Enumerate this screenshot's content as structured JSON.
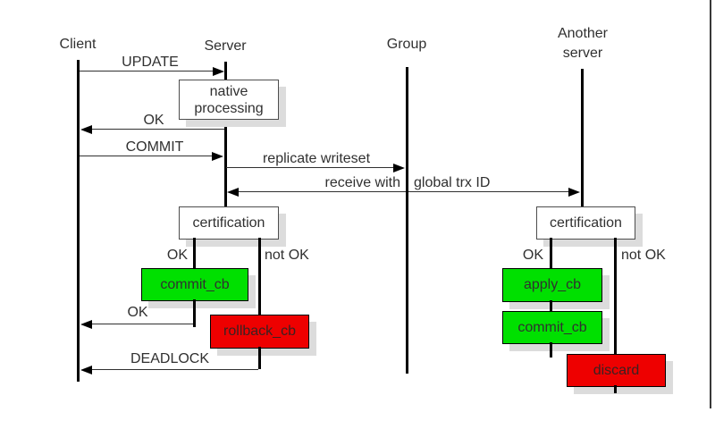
{
  "colors": {
    "success": "#00e000",
    "failure": "#ee0000",
    "shadow": "#dcdcdc",
    "line": "#000000",
    "arrow": "#303030",
    "text": "#303030"
  },
  "actors": {
    "client": "Client",
    "server": "Server",
    "group": "Group",
    "another_line1": "Another",
    "another_line2": "server"
  },
  "messages": {
    "update": "UPDATE",
    "ok_native": "OK",
    "commit": "COMMIT",
    "replicate_writeset": "replicate writeset",
    "receive_with": "receive with",
    "global_trx_id": "global trx ID",
    "ok_commit": "OK",
    "deadlock": "DEADLOCK"
  },
  "activities": {
    "native_processing_line1": "native",
    "native_processing_line2": "processing",
    "certification_server": "certification",
    "certification_another": "certification",
    "commit_cb_server": "commit_cb",
    "rollback_cb": "rollback_cb",
    "apply_cb": "apply_cb",
    "commit_cb_another": "commit_cb",
    "discard": "discard"
  },
  "branches": {
    "server_ok": "OK",
    "server_not_ok": "not OK",
    "another_ok": "OK",
    "another_not_ok": "not OK"
  }
}
